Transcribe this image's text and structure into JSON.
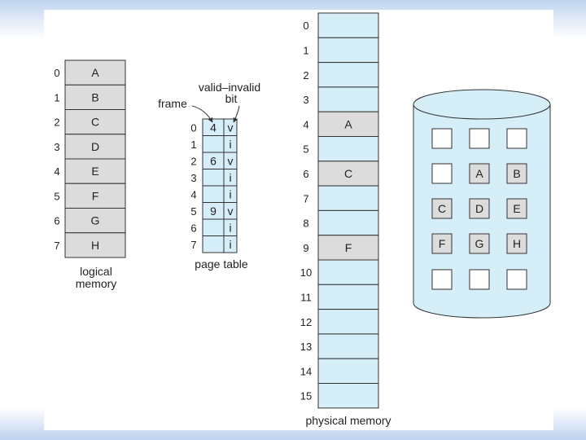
{
  "logical_memory": {
    "caption_line1": "logical",
    "caption_line2": "memory",
    "indices": [
      "0",
      "1",
      "2",
      "3",
      "4",
      "5",
      "6",
      "7"
    ],
    "pages": [
      "A",
      "B",
      "C",
      "D",
      "E",
      "F",
      "G",
      "H"
    ]
  },
  "page_table": {
    "caption": "page table",
    "frame_label": "frame",
    "valid_invalid_label_line1": "valid–invalid",
    "valid_invalid_label_line2": "bit",
    "indices": [
      "0",
      "1",
      "2",
      "3",
      "4",
      "5",
      "6",
      "7"
    ],
    "frames": [
      "4",
      "",
      "6",
      "",
      "",
      "9",
      "",
      ""
    ],
    "bits": [
      "v",
      "i",
      "v",
      "i",
      "i",
      "v",
      "i",
      "i"
    ]
  },
  "physical_memory": {
    "caption": "physical memory",
    "indices": [
      "0",
      "1",
      "2",
      "3",
      "4",
      "5",
      "6",
      "7",
      "8",
      "9",
      "10",
      "11",
      "12",
      "13",
      "14",
      "15"
    ],
    "frames": [
      "",
      "",
      "",
      "",
      "A",
      "",
      "C",
      "",
      "",
      "F",
      "",
      "",
      "",
      "",
      "",
      ""
    ]
  },
  "disk": {
    "grid": [
      [
        "",
        "",
        ""
      ],
      [
        "",
        "A",
        "B"
      ],
      [
        "C",
        "D",
        "E"
      ],
      [
        "F",
        "G",
        "H"
      ],
      [
        "",
        "",
        ""
      ]
    ]
  },
  "colors": {
    "cell_light": "#d6eef8",
    "cell_gray": "#dcdcdc",
    "border": "#333333",
    "disk_fill": "#d6eef8"
  }
}
